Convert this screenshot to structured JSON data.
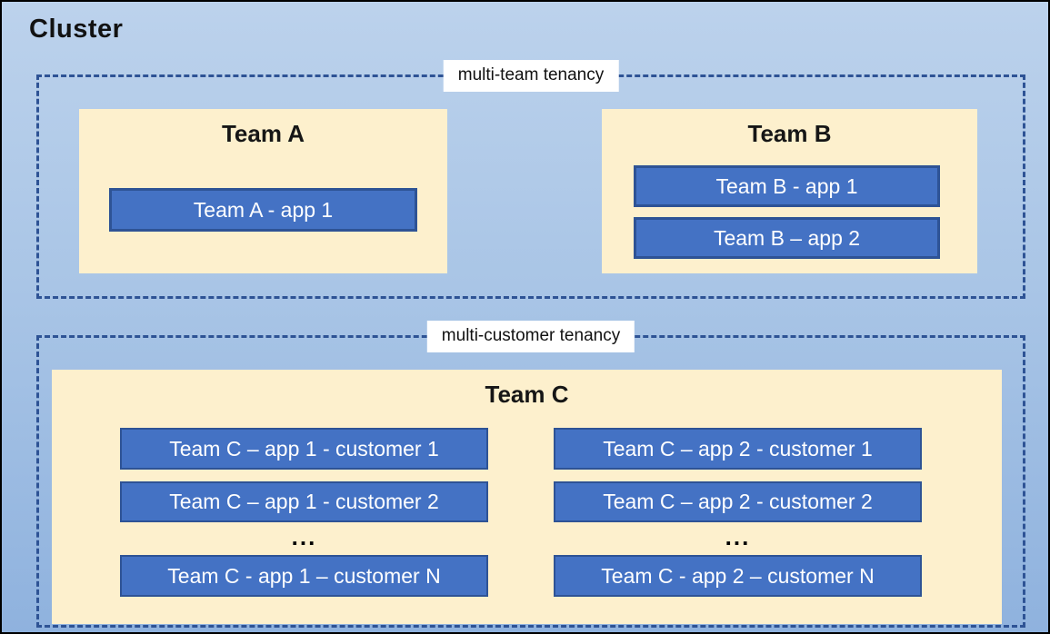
{
  "diagram": {
    "title": "Cluster",
    "sections": [
      {
        "label": "multi-team tenancy",
        "teams": [
          {
            "name": "Team A",
            "apps": [
              "Team A - app 1"
            ]
          },
          {
            "name": "Team B",
            "apps": [
              "Team B - app 1",
              "Team B – app 2"
            ]
          }
        ]
      },
      {
        "label": "multi-customer tenancy",
        "teams": [
          {
            "name": "Team C",
            "columns": [
              {
                "apps": [
                  "Team C – app 1 - customer 1",
                  "Team C – app 1 - customer 2"
                ],
                "ellipsis": "...",
                "last_app": "Team C - app 1 – customer N"
              },
              {
                "apps": [
                  "Team C – app 2 - customer 1",
                  "Team C – app 2 - customer 2"
                ],
                "ellipsis": "...",
                "last_app": "Team C - app 2 – customer N"
              }
            ]
          }
        ]
      }
    ]
  },
  "colors": {
    "cluster_bg_top": "#BCD2EC",
    "cluster_bg_bottom": "#8FB2DE",
    "cluster_border": "#000000",
    "team_bg": "#FDF0CD",
    "app_fill": "#4472C4",
    "app_border": "#2E5395",
    "dashed_border": "#2E5395",
    "label_bg": "#FFFFFF",
    "text_dark": "#111111",
    "text_light": "#FFFFFF"
  }
}
